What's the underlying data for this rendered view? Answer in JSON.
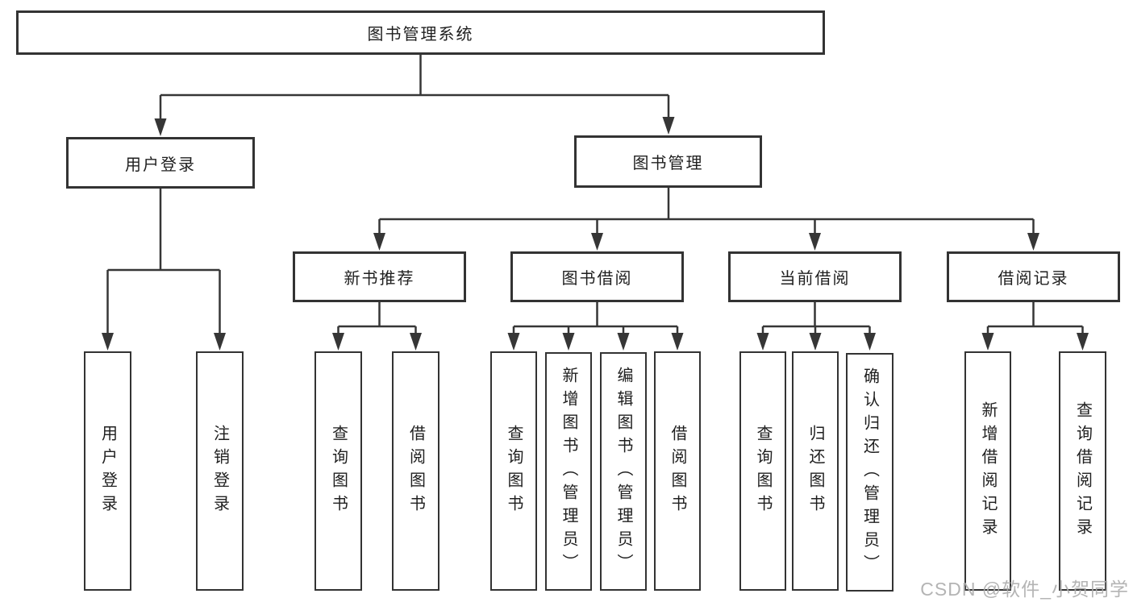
{
  "tree": {
    "root": "图书管理系统",
    "level2": [
      "用户登录",
      "图书管理"
    ],
    "level3": [
      "新书推荐",
      "图书借阅",
      "当前借阅",
      "借阅记录"
    ],
    "leaves": {
      "user_login": [
        "用户登录",
        "注销登录"
      ],
      "new_book_rec": [
        "查询图书",
        "借阅图书"
      ],
      "book_borrow": [
        "查询图书",
        "新增图书（管理员）",
        "编辑图书（管理员）",
        "借阅图书"
      ],
      "current_borrow": [
        "查询图书",
        "归还图书",
        "确认归还（管理员）"
      ],
      "borrow_records": [
        "新增借阅记录",
        "查询借阅记录"
      ]
    }
  },
  "watermark": "CSDN @软件_小贺同学",
  "colors": {
    "line": "#363636",
    "box_border": "#333333",
    "text": "#1f1f1f",
    "background": "#ffffff",
    "watermark": "#acacac"
  }
}
